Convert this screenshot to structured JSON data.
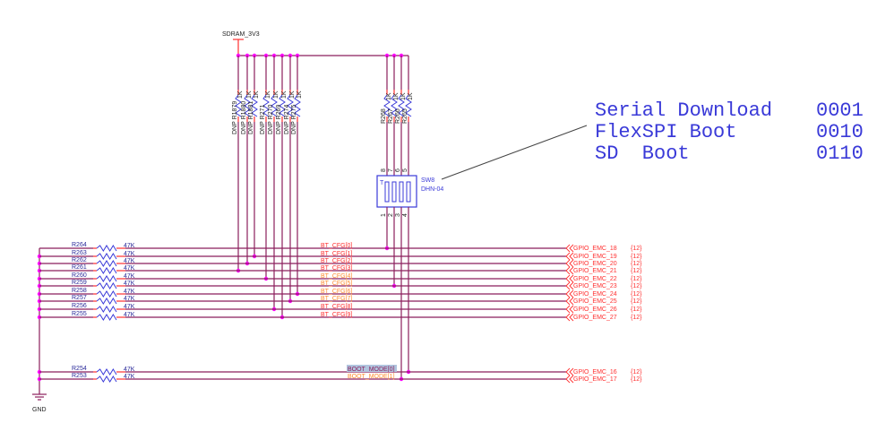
{
  "power": {
    "label": "SDRAM_3V3"
  },
  "ground": {
    "label": "GND"
  },
  "pullup_resistors": [
    {
      "ref": "DNP R1879",
      "value": "1K"
    },
    {
      "ref": "DNP R1880",
      "value": "1K"
    },
    {
      "ref": "DNP R1881",
      "value": "1K"
    },
    {
      "ref": "DNP R271",
      "value": "1K"
    },
    {
      "ref": "DNP R270",
      "value": "1K"
    },
    {
      "ref": "DNP R269",
      "value": "1K"
    },
    {
      "ref": "DNP R274",
      "value": "1K"
    },
    {
      "ref": "DNP R275",
      "value": "1K"
    }
  ],
  "switch_resistors": [
    {
      "ref": "R268",
      "value": "1K"
    },
    {
      "ref": "R267",
      "value": "1K"
    },
    {
      "ref": "R266",
      "value": "1K"
    },
    {
      "ref": "R265",
      "value": "1K"
    }
  ],
  "switch": {
    "ref": "SW8",
    "part": "DHN-04",
    "pins_top": [
      "8",
      "7",
      "6",
      "5"
    ],
    "pins_bottom": [
      "1",
      "2",
      "3",
      "4"
    ]
  },
  "rows": [
    {
      "res": "R264",
      "value": "47K",
      "net": "BT_CFG[0]",
      "port": "GPIO_EMC_18",
      "page": "{12}"
    },
    {
      "res": "R263",
      "value": "47K",
      "net": "BT_CFG[1]",
      "port": "GPIO_EMC_19",
      "page": "{12}"
    },
    {
      "res": "R262",
      "value": "47K",
      "net": "BT_CFG[2]",
      "port": "GPIO_EMC_20",
      "page": "{12}"
    },
    {
      "res": "R261",
      "value": "47K",
      "net": "BT_CFG[3]",
      "port": "GPIO_EMC_21",
      "page": "{12}"
    },
    {
      "res": "R260",
      "value": "47K",
      "net": "BT_CFG[4]",
      "port": "GPIO_EMC_22",
      "page": "{12}"
    },
    {
      "res": "R259",
      "value": "47K",
      "net": "BT_CFG[5]",
      "port": "GPIO_EMC_23",
      "page": "{12}"
    },
    {
      "res": "R258",
      "value": "47K",
      "net": "BT_CFG[6]",
      "port": "GPIO_EMC_24",
      "page": "{12}"
    },
    {
      "res": "R257",
      "value": "47K",
      "net": "BT_CFG[7]",
      "port": "GPIO_EMC_25",
      "page": "{12}"
    },
    {
      "res": "R256",
      "value": "47K",
      "net": "BT_CFG[8]",
      "port": "GPIO_EMC_26",
      "page": "{12}"
    },
    {
      "res": "R255",
      "value": "47K",
      "net": "BT_CFG[9]",
      "port": "GPIO_EMC_27",
      "page": "{12}"
    },
    {
      "res": "R254",
      "value": "47K",
      "net": "BOOT_MODE[0]",
      "port": "GPIO_EMC_16",
      "page": "{12}"
    },
    {
      "res": "R253",
      "value": "47K",
      "net": "BOOT_MODE[1]",
      "port": "GPIO_EMC_17",
      "page": "{12}"
    }
  ],
  "annotation": [
    {
      "mode": "Serial Download",
      "code": "0001"
    },
    {
      "mode": "FlexSPI Boot",
      "code": "0010"
    },
    {
      "mode": "SD  Boot",
      "code": "0110"
    }
  ],
  "colors": {
    "wire": "#8b1f5c",
    "junction": "#ff00ff",
    "resistor": "#3a3ad8",
    "net_label": "#ff3030",
    "net_label_alt": "#ff8c30",
    "annotation": "#3a3ad8"
  }
}
